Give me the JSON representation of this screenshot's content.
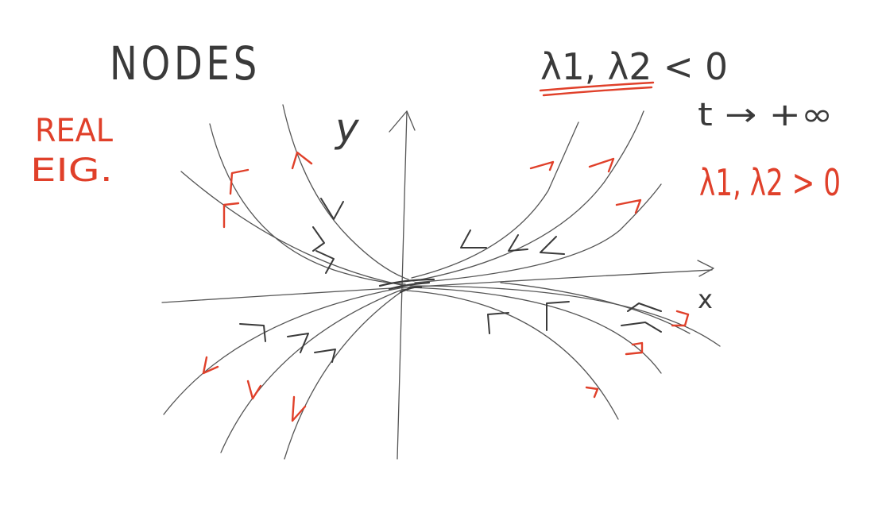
{
  "title": "NODES",
  "left_note": {
    "line1": "REAL",
    "line2": "EIG."
  },
  "stable_condition": "λ1, λ2 < 0",
  "time_limit": "t → +∞",
  "unstable_condition": "λ1, λ2 > 0",
  "axes": {
    "y_label": "y",
    "x_label": "x"
  },
  "colors": {
    "dark_ink": "#3a3a3a",
    "red_ink": "#e0402a",
    "background": "#ffffff"
  }
}
